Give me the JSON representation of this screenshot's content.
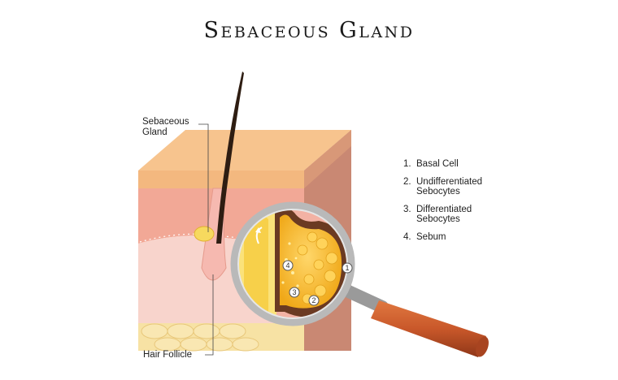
{
  "title": "Sebaceous Gland",
  "labels": {
    "sebaceous_gland": "Sebaceous\nGland",
    "hair_follicle": "Hair Follicle"
  },
  "legend": [
    {
      "num": "1.",
      "text": "Basal Cell"
    },
    {
      "num": "2.",
      "text": "Undifferentiated\nSebocytes"
    },
    {
      "num": "3.",
      "text": "Differentiated\nSebocytes"
    },
    {
      "num": "4.",
      "text": "Sebum"
    }
  ],
  "markers": [
    "1",
    "2",
    "3",
    "4"
  ],
  "colors": {
    "epidermis": "#f6c08a",
    "dermis": "#f2b2a4",
    "deep_dermis": "#f8d6d0",
    "side": "#c98873",
    "fat": "#f7e3a6",
    "hair": "#2e1d12",
    "gland": "#f5b625",
    "basal": "#6b3a22",
    "magnifier_handle": "#c9582a"
  }
}
